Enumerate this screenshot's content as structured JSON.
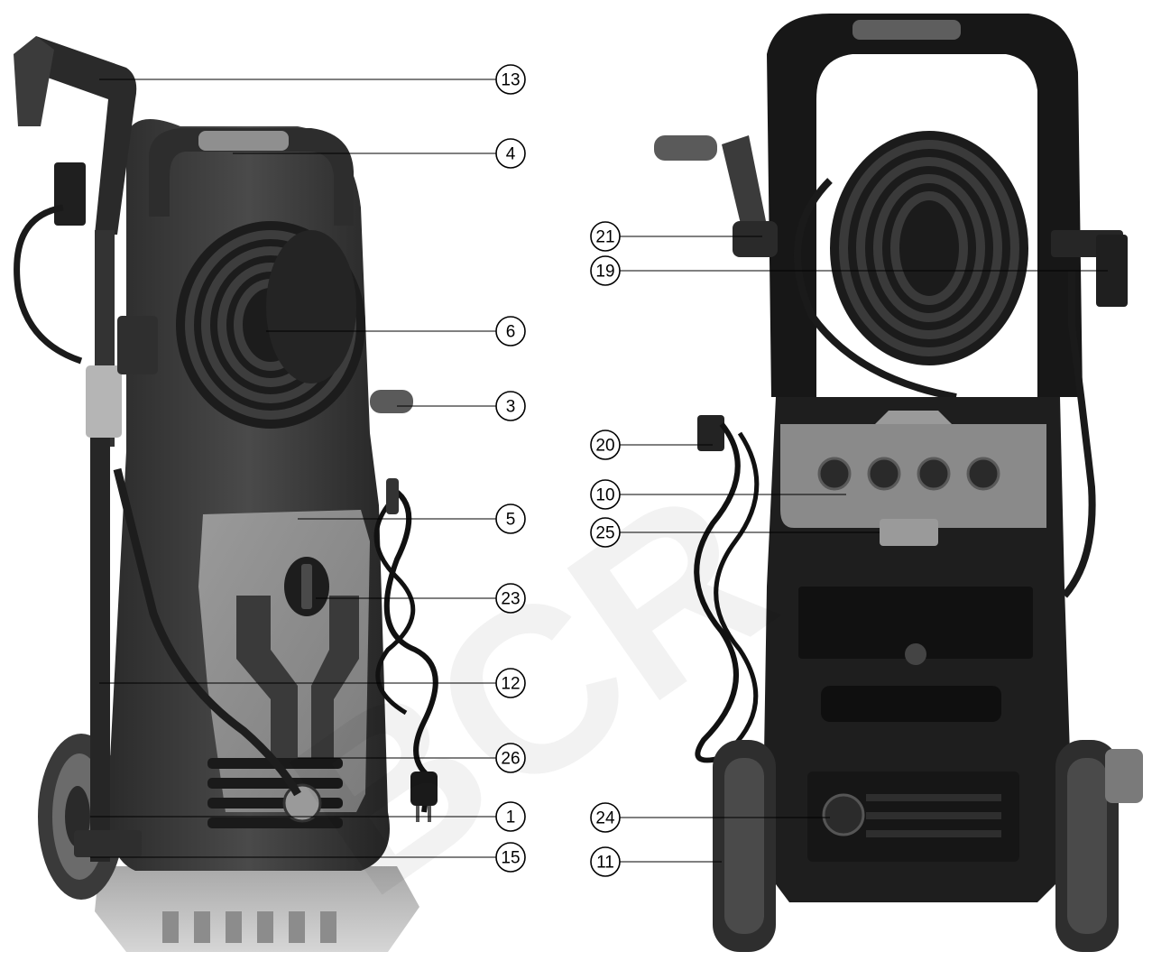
{
  "views": [
    {
      "name": "front-side-view"
    },
    {
      "name": "rear-view"
    }
  ],
  "watermark_text": "BCR",
  "callouts": [
    {
      "id": "13"
    },
    {
      "id": "4"
    },
    {
      "id": "6"
    },
    {
      "id": "3"
    },
    {
      "id": "5"
    },
    {
      "id": "23"
    },
    {
      "id": "12"
    },
    {
      "id": "26"
    },
    {
      "id": "1"
    },
    {
      "id": "15"
    },
    {
      "id": "21"
    },
    {
      "id": "19"
    },
    {
      "id": "20"
    },
    {
      "id": "10"
    },
    {
      "id": "25"
    },
    {
      "id": "24"
    },
    {
      "id": "11"
    }
  ]
}
